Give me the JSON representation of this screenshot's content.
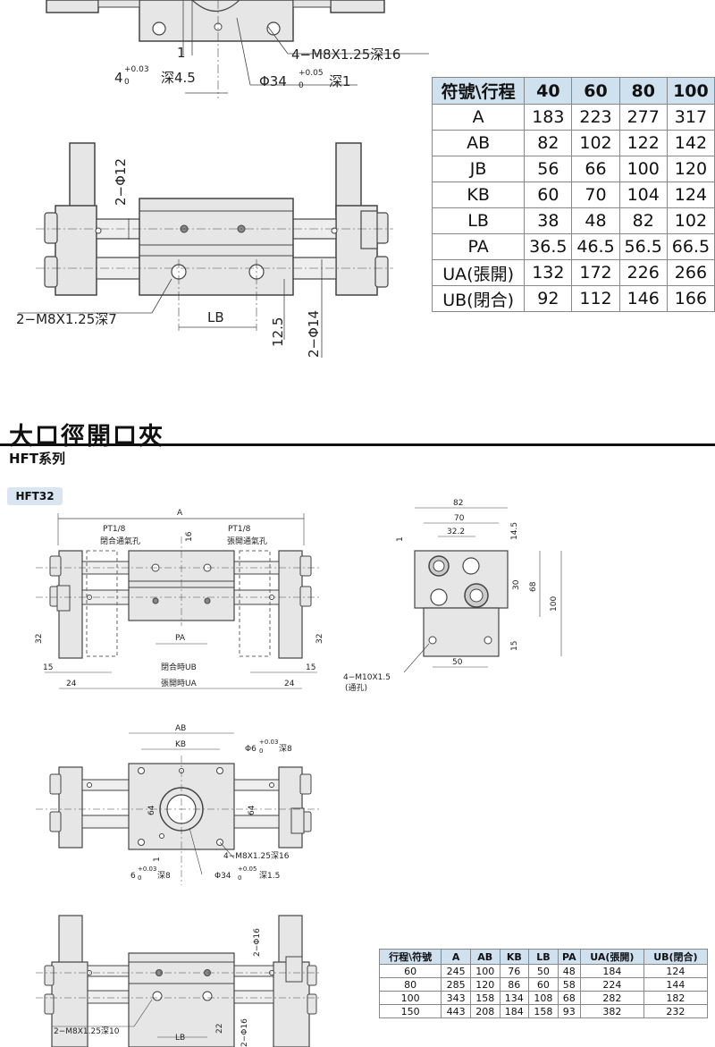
{
  "drawing1": {
    "dim_hole_fit": "4",
    "dim_hole_fit_tol": "+0.03",
    "dim_hole_fit_tol2": "0",
    "dim_hole_fit_depth": "深4.5",
    "dim_one": "1",
    "dim_thread": "4−M8X1.25深16",
    "dim_bore": "Φ34",
    "dim_bore_tol": "+0.05",
    "dim_bore_tol2": "0",
    "dim_bore_depth": "深1"
  },
  "drawing2": {
    "dim_pin": "2−Φ12",
    "dim_thread": "2−M8X1.25深7",
    "dim_lb": "LB",
    "dim_12_5": "12.5",
    "dim_rod": "2−Φ14"
  },
  "table1": {
    "headers": [
      "符號\\行程",
      "40",
      "60",
      "80",
      "100"
    ],
    "rows": [
      [
        "A",
        "183",
        "223",
        "277",
        "317"
      ],
      [
        "AB",
        "82",
        "102",
        "122",
        "142"
      ],
      [
        "JB",
        "56",
        "66",
        "100",
        "120"
      ],
      [
        "KB",
        "60",
        "70",
        "104",
        "124"
      ],
      [
        "LB",
        "38",
        "48",
        "82",
        "102"
      ],
      [
        "PA",
        "36.5",
        "46.5",
        "56.5",
        "66.5"
      ],
      [
        "UA(張開)",
        "132",
        "172",
        "226",
        "266"
      ],
      [
        "UB(閉合)",
        "92",
        "112",
        "146",
        "166"
      ]
    ]
  },
  "section": {
    "title": "大口徑開口夾",
    "series": "HFT系列",
    "model_tag": "HFT32"
  },
  "drawing3": {
    "dim_a": "A",
    "port_left": "PT1/8",
    "port_left_label": "閉合通氣孔",
    "port_right": "PT1/8",
    "port_right_label": "張開通氣孔",
    "dim_16": "16",
    "dim_pa": "PA",
    "dim_32_left": "32",
    "dim_32_right": "32",
    "dim_15_left": "15",
    "dim_15_right": "15",
    "dim_ub": "閉合時UB",
    "dim_ua": "張開時UA",
    "dim_24_left": "24",
    "dim_24_right": "24"
  },
  "drawing4": {
    "dim_82": "82",
    "dim_70": "70",
    "dim_32_2": "32.2",
    "dim_1": "1",
    "dim_14_5": "14.5",
    "dim_30": "30",
    "dim_68": "68",
    "dim_100": "100",
    "dim_15": "15",
    "dim_50": "50",
    "dim_thread": "4−M10X1.5",
    "dim_thread_note": "(通孔)"
  },
  "drawing5": {
    "dim_ab": "AB",
    "dim_kb": "KB",
    "dim_pin": "Φ6",
    "dim_pin_tol": "+0.03",
    "dim_pin_tol2": "0",
    "dim_pin_depth": "深8",
    "dim_64_left": "64",
    "dim_64_right": "64",
    "dim_1": "1",
    "dim_thread": "4−M8X1.25深16",
    "dim_hole_fit": "6",
    "dim_hole_fit_tol": "+0.03",
    "dim_hole_fit_tol2": "0",
    "dim_hole_fit_depth": "深8",
    "dim_bore": "Φ34",
    "dim_bore_tol": "+0.05",
    "dim_bore_tol2": "0",
    "dim_bore_depth": "深1.5"
  },
  "drawing6": {
    "dim_pin": "2−Φ16",
    "dim_thread": "2−M8X1.25深10",
    "dim_lb": "LB",
    "dim_22": "22",
    "dim_rod": "2−Φ16"
  },
  "table2": {
    "headers": [
      "行程\\符號",
      "A",
      "AB",
      "KB",
      "LB",
      "PA",
      "UA(張開)",
      "UB(閉合)"
    ],
    "rows": [
      [
        "60",
        "245",
        "100",
        "76",
        "50",
        "48",
        "184",
        "124"
      ],
      [
        "80",
        "285",
        "120",
        "86",
        "60",
        "58",
        "224",
        "144"
      ],
      [
        "100",
        "343",
        "158",
        "134",
        "108",
        "68",
        "282",
        "182"
      ],
      [
        "150",
        "443",
        "208",
        "184",
        "158",
        "93",
        "382",
        "232"
      ]
    ]
  },
  "colors": {
    "part_fill": "#e6e6e6",
    "part_stroke": "#444444",
    "table_header": "#cfe0ef",
    "tag_bg": "#d9e6f2"
  }
}
